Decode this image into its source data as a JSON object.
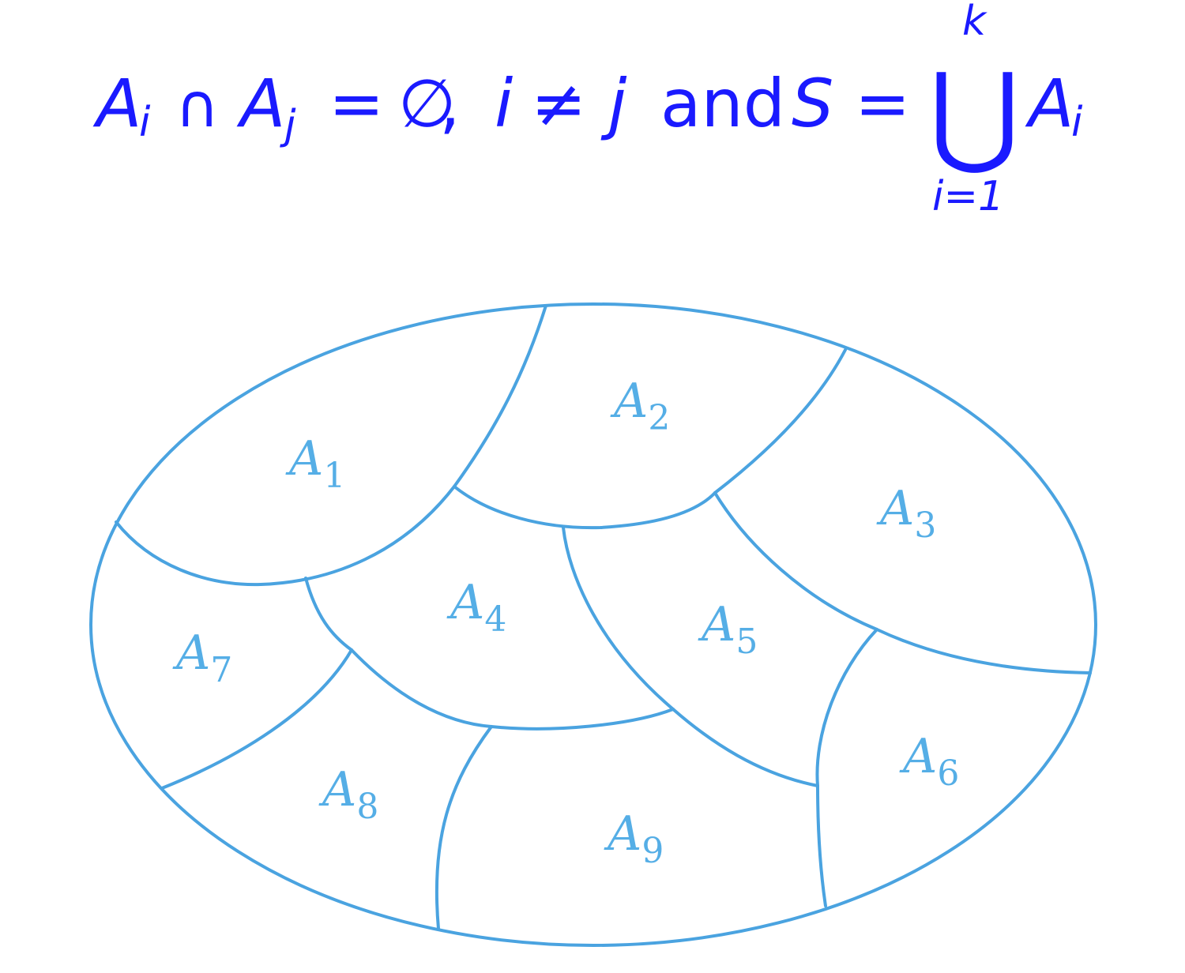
{
  "formula": {
    "A": "A",
    "i": "i",
    "j": "j",
    "cap": "∩",
    "equals": "=",
    "emptyset": "∅",
    "comma": ",",
    "neq": "≠",
    "and": "and",
    "S": "S",
    "union": "⋃",
    "upper_limit": "k",
    "lower_limit": "i=1"
  },
  "regions": [
    {
      "letter": "A",
      "index": "1"
    },
    {
      "letter": "A",
      "index": "2"
    },
    {
      "letter": "A",
      "index": "3"
    },
    {
      "letter": "A",
      "index": "4"
    },
    {
      "letter": "A",
      "index": "5"
    },
    {
      "letter": "A",
      "index": "6"
    },
    {
      "letter": "A",
      "index": "7"
    },
    {
      "letter": "A",
      "index": "8"
    },
    {
      "letter": "A",
      "index": "9"
    }
  ],
  "colors": {
    "formula": "#1a1aff",
    "diagram_stroke": "#4aa3e0",
    "diagram_label": "#55aee6"
  }
}
